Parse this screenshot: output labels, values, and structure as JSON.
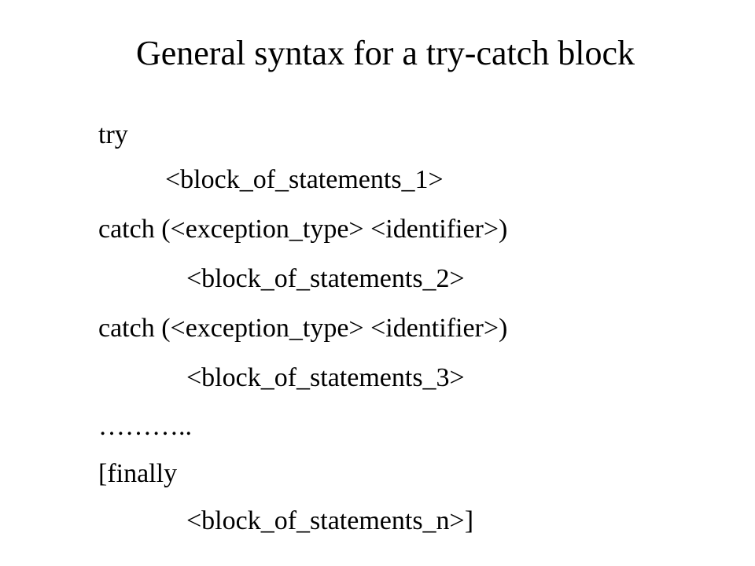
{
  "slide": {
    "title": "General syntax for a try-catch block",
    "lines": [
      "try",
      "<block_of_statements_1>",
      "catch (<exception_type> <identifier>)",
      "<block_of_statements_2>",
      "catch (<exception_type> <identifier>)",
      "<block_of_statements_3>",
      "………..",
      "[finally",
      "<block_of_statements_n>]"
    ]
  }
}
